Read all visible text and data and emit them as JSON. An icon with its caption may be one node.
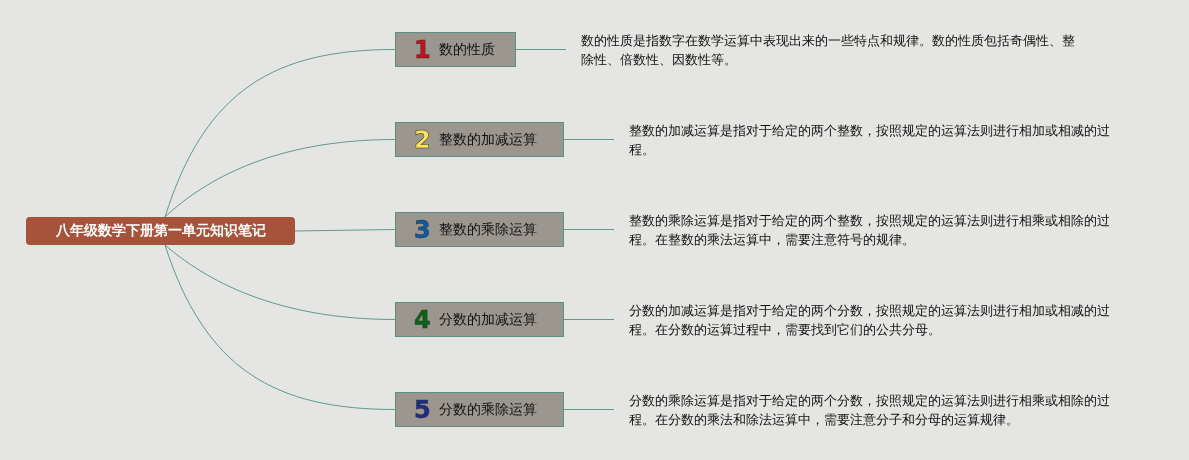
{
  "diagram": {
    "nodes": [
      {
        "text": [
          "八年级数学下册第一单元知识笔记"
        ]
      },
      {
        "text": [
          "1",
          "数的性质"
        ]
      },
      {
        "text": [
          "2",
          "整数的加减运算"
        ]
      },
      {
        "text": [
          "3",
          "整数的乘除运算"
        ]
      },
      {
        "text": [
          "4",
          "分数的加减运算"
        ]
      },
      {
        "text": [
          "5",
          "分数的乘除运算"
        ]
      },
      {
        "text": [
          "数的性质是指数字在数学运算中表现出来的一些特点和规律。数的性质包括奇偶性、整除性、倍数性、因数性等。"
        ]
      },
      {
        "text": [
          "整数的加减运算是指对于给定的两个整数，按照规定的运算法则进行相加或相减的过程。"
        ]
      },
      {
        "text": [
          "整数的乘除运算是指对于给定的两个整数，按照规定的运算法则进行相乘或相除的过程。在整数的乘法运算中，需要注意符号的规律。"
        ]
      },
      {
        "text": [
          "分数的加减运算是指对于给定的两个分数，按照规定的运算法则进行相加或相减的过程。在分数的运算过程中，需要找到它们的公共分母。"
        ]
      },
      {
        "text": [
          "分数的乘除运算是指对于给定的两个分数，按照规定的运算法则进行相乘或相除的过程。在分数的乘法和除法运算中，需要注意分子和分母的运算规律。"
        ]
      }
    ],
    "edges": [
      {
        "from": 0,
        "to": 1,
        "arrow": "none"
      },
      {
        "from": 0,
        "to": 2,
        "arrow": "none"
      },
      {
        "from": 0,
        "to": 3,
        "arrow": "none"
      },
      {
        "from": 0,
        "to": 4,
        "arrow": "none"
      },
      {
        "from": 0,
        "to": 5,
        "arrow": "none"
      },
      {
        "from": 1,
        "to": 6,
        "arrow": "none"
      },
      {
        "from": 2,
        "to": 7,
        "arrow": "none"
      },
      {
        "from": 3,
        "to": 8,
        "arrow": "none"
      },
      {
        "from": 4,
        "to": 9,
        "arrow": "none"
      },
      {
        "from": 5,
        "to": 10,
        "arrow": "none"
      }
    ]
  }
}
